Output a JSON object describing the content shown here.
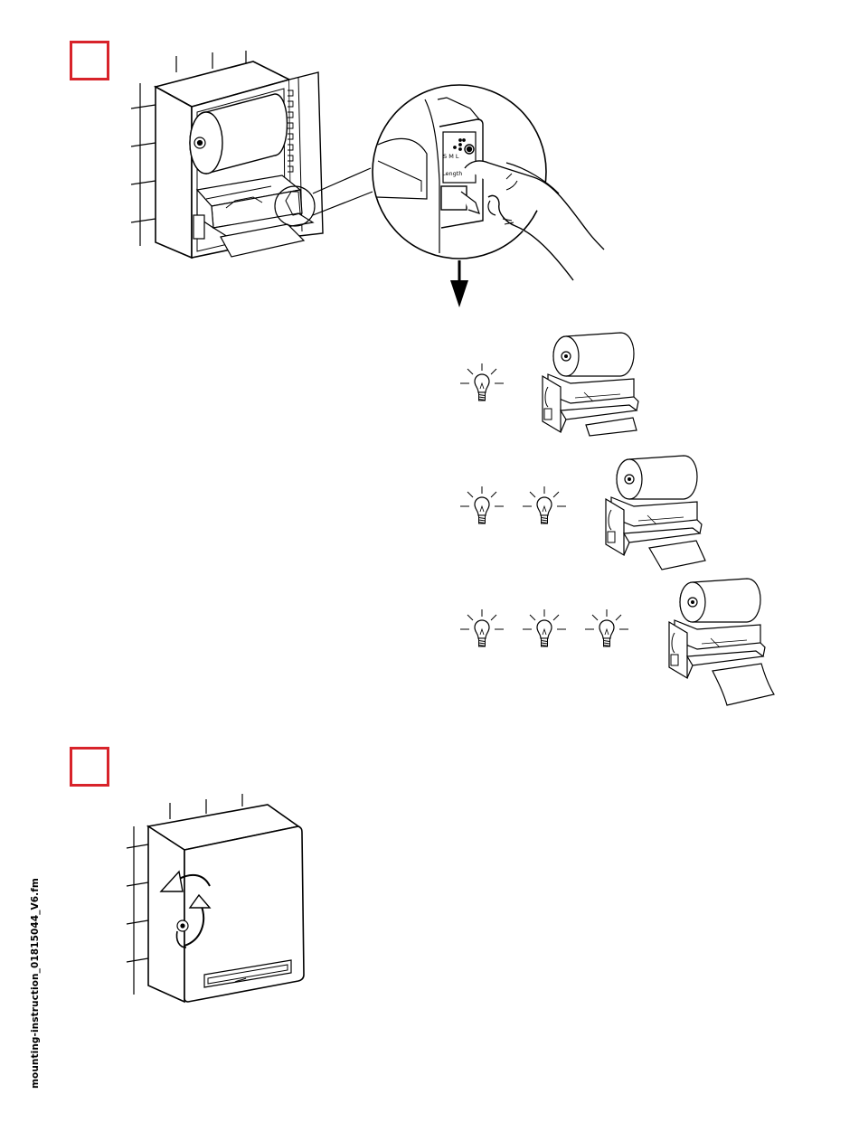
{
  "steps": [
    {
      "number_label": ""
    },
    {
      "number_label": ""
    }
  ],
  "closeup": {
    "size_letters": "S   M   L",
    "button_label": "Length"
  },
  "length_settings": [
    {
      "lamps": 1
    },
    {
      "lamps": 2
    },
    {
      "lamps": 3
    }
  ],
  "footer": {
    "filename": "mounting-instruction_01815044_V6.fm"
  },
  "colors": {
    "step_box_border": "#d8232a",
    "line_art": "#000000"
  }
}
